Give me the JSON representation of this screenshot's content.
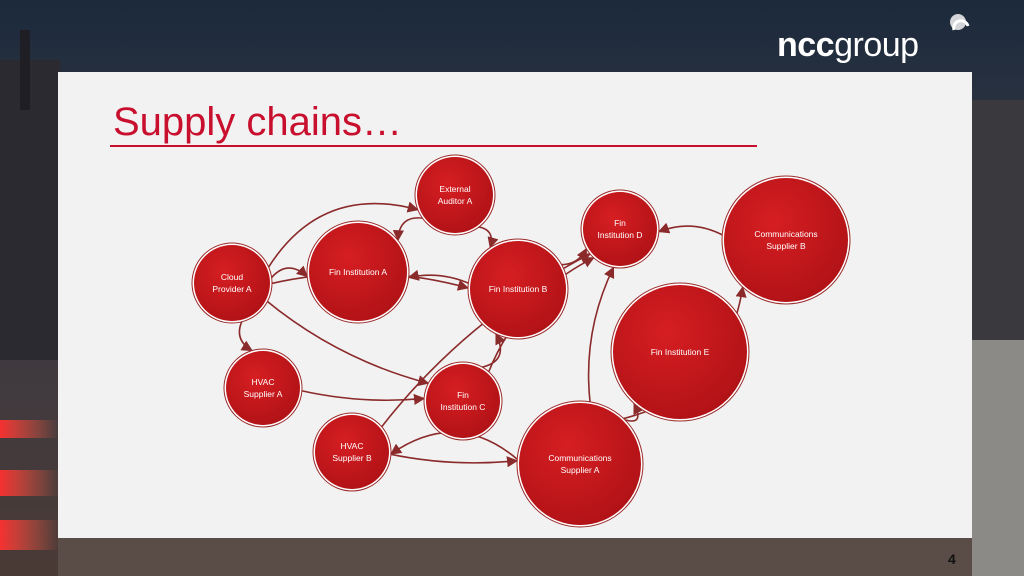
{
  "logo": {
    "text_prefix": "ncc",
    "text_suffix": "group"
  },
  "title": "Supply chains…",
  "page_number": "4",
  "colors": {
    "accent": "#c8102e",
    "node_fill": "#c0171b",
    "edge": "#8a2a2a",
    "panel": "#f3f2f2"
  },
  "diagram": {
    "nodes": [
      {
        "id": "external-auditor-a",
        "lines": [
          "External",
          "Auditor A"
        ]
      },
      {
        "id": "fin-institution-a",
        "lines": [
          "Fin Institution A"
        ]
      },
      {
        "id": "fin-institution-b",
        "lines": [
          "Fin Institution B"
        ]
      },
      {
        "id": "fin-institution-c",
        "lines": [
          "Fin",
          "Institution C"
        ]
      },
      {
        "id": "fin-institution-d",
        "lines": [
          "Fin",
          "Institution D"
        ]
      },
      {
        "id": "fin-institution-e",
        "lines": [
          "Fin Institution E"
        ]
      },
      {
        "id": "cloud-provider-a",
        "lines": [
          "Cloud",
          "Provider A"
        ]
      },
      {
        "id": "hvac-supplier-a",
        "lines": [
          "HVAC",
          "Supplier A"
        ]
      },
      {
        "id": "hvac-supplier-b",
        "lines": [
          "HVAC",
          "Supplier B"
        ]
      },
      {
        "id": "communications-supplier-a",
        "lines": [
          "Communications",
          "Supplier A"
        ]
      },
      {
        "id": "communications-supplier-b",
        "lines": [
          "Communications",
          "Supplier B"
        ]
      }
    ],
    "edges": [
      {
        "from": "cloud-provider-a",
        "to": "external-auditor-a"
      },
      {
        "from": "external-auditor-a",
        "to": "fin-institution-a"
      },
      {
        "from": "external-auditor-a",
        "to": "fin-institution-b"
      },
      {
        "from": "fin-institution-b",
        "to": "fin-institution-a"
      },
      {
        "from": "cloud-provider-a",
        "to": "fin-institution-a"
      },
      {
        "from": "cloud-provider-a",
        "to": "fin-institution-b"
      },
      {
        "from": "cloud-provider-a",
        "to": "hvac-supplier-a"
      },
      {
        "from": "cloud-provider-a",
        "to": "fin-institution-c"
      },
      {
        "from": "hvac-supplier-a",
        "to": "fin-institution-c"
      },
      {
        "from": "fin-institution-c",
        "to": "fin-institution-b"
      },
      {
        "from": "fin-institution-c",
        "to": "fin-institution-d"
      },
      {
        "from": "hvac-supplier-b",
        "to": "communications-supplier-a"
      },
      {
        "from": "hvac-supplier-b",
        "to": "fin-institution-d"
      },
      {
        "from": "communications-supplier-a",
        "to": "fin-institution-d"
      },
      {
        "from": "communications-supplier-a",
        "to": "fin-institution-e"
      },
      {
        "from": "communications-supplier-a",
        "to": "hvac-supplier-b"
      },
      {
        "from": "communications-supplier-a",
        "to": "communications-supplier-b"
      },
      {
        "from": "communications-supplier-b",
        "to": "fin-institution-d"
      },
      {
        "from": "fin-institution-b",
        "to": "fin-institution-d"
      }
    ]
  }
}
